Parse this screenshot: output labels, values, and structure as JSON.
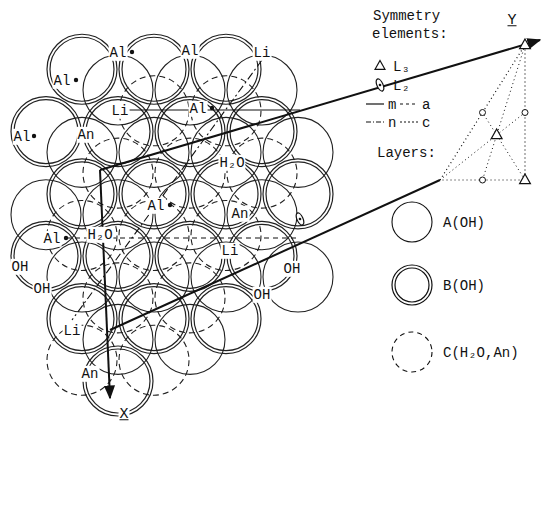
{
  "diagram": {
    "labels": [
      "Symmetry elements:",
      "Y",
      "Al",
      "Al",
      "Al",
      "Li",
      "Al",
      "Li",
      "Al",
      "An",
      "H₂O",
      "Al",
      "An",
      "Al",
      "H₂O",
      "Li",
      "OH",
      "OH",
      "OH",
      "OH",
      "Li",
      "An",
      "X",
      "Layers:"
    ],
    "legend": [
      {
        "text": "L₃"
      },
      {
        "text": "L₂"
      },
      {
        "text": "m"
      },
      {
        "text": "a"
      },
      {
        "text": "n"
      },
      {
        "text": "c"
      },
      {
        "text": "A(OH)"
      },
      {
        "text": "B(OH)"
      },
      {
        "text": "C(H₂O,An)"
      }
    ]
  }
}
